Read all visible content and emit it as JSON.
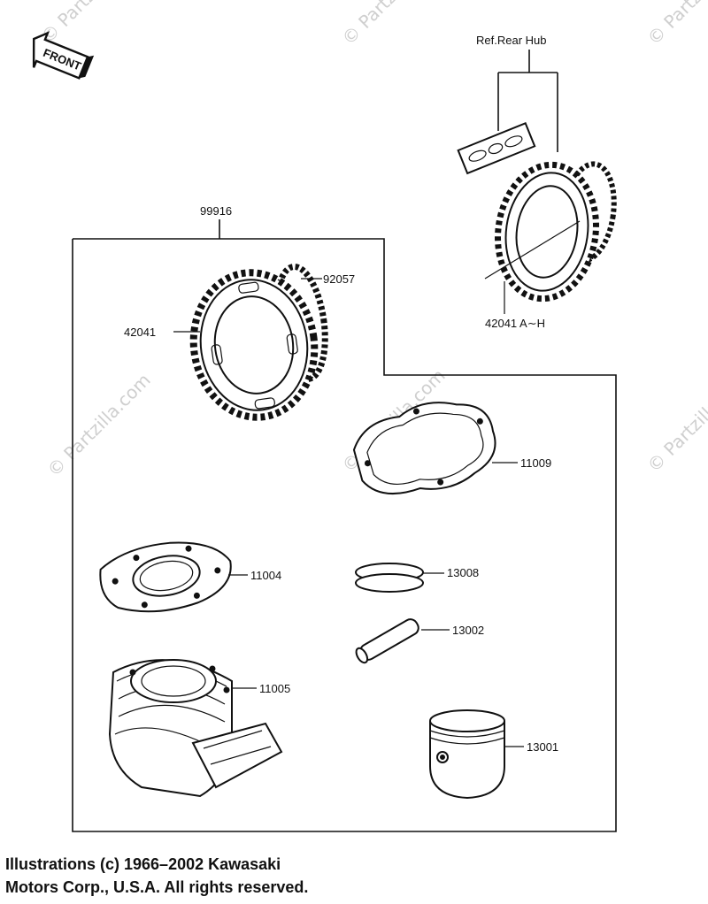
{
  "watermark": "© Partzilla.com",
  "front_arrow": {
    "label": "FRONT"
  },
  "callouts": {
    "ref_rear_hub": "Ref.Rear Hub",
    "kit": "99916",
    "chain": "92057",
    "sprocket": "42041",
    "sprocket_ref": "42041 A∼H",
    "gasket_base": "11009",
    "gasket_head": "11004",
    "piston_rings": "13008",
    "piston_pin": "13002",
    "cylinder": "11005",
    "piston": "13001"
  },
  "footer": {
    "line1": "Illustrations (c) 1966–2002 Kawasaki",
    "line2": "Motors Corp., U.S.A.  All rights reserved."
  }
}
